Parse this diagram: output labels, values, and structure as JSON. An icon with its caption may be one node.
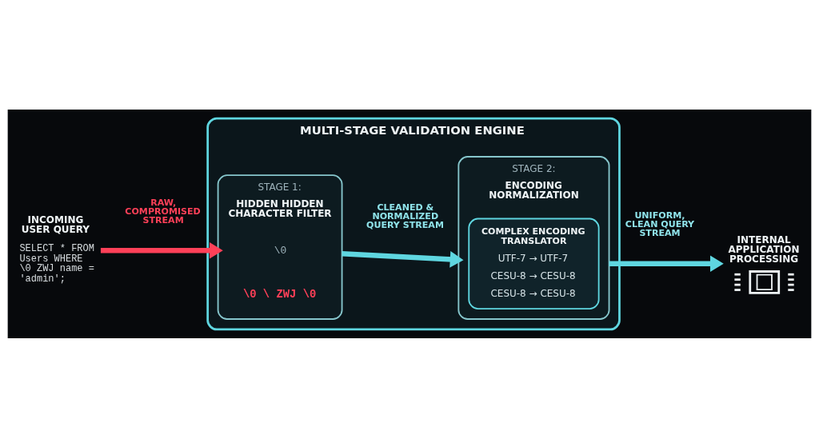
{
  "diagram": {
    "nodes": [
      {
        "text": [
          "INCOMING USER QUERY",
          "SELECT * FROM Users WHERE \\0 ZWJ name = 'admin';"
        ]
      },
      {
        "text": [
          "MULTI-STAGE VALIDATION ENGINE"
        ]
      },
      {
        "text": [
          "STAGE 1:",
          "HIDDEN HIDDEN CHARACTER FILTER"
        ],
        "in": 1
      },
      {
        "text": [
          "\\0"
        ],
        "in": 2
      },
      {
        "text": [
          "\\0 \\ ZWJ \\0"
        ],
        "in": 2
      },
      {
        "text": [
          "STAGE 2:",
          "ENCODING NORMALIZATION"
        ],
        "in": 1
      },
      {
        "text": [
          "COMPLEX ENCODING TRANSLATOR",
          "UTF-7 → UTF-7",
          "CESU-8 → CESU-8",
          "CESU-8 → CESU-8"
        ],
        "in": 5
      },
      {
        "text": [
          "INTERNAL APPLICATION PROCESSING"
        ]
      }
    ],
    "edges": [
      {
        "from": 0,
        "to": 2,
        "arrow": "to",
        "label": "RAW, COMPROMISED STREAM",
        "color": "#ff4058"
      },
      {
        "from": 2,
        "to": 5,
        "arrow": "to",
        "label": "CLEANED & NORMALIZED QUERY STREAM"
      },
      {
        "from": 5,
        "to": 7,
        "arrow": "to",
        "label": "UNIFORM, CLEAN QUERY STREAM"
      }
    ]
  }
}
